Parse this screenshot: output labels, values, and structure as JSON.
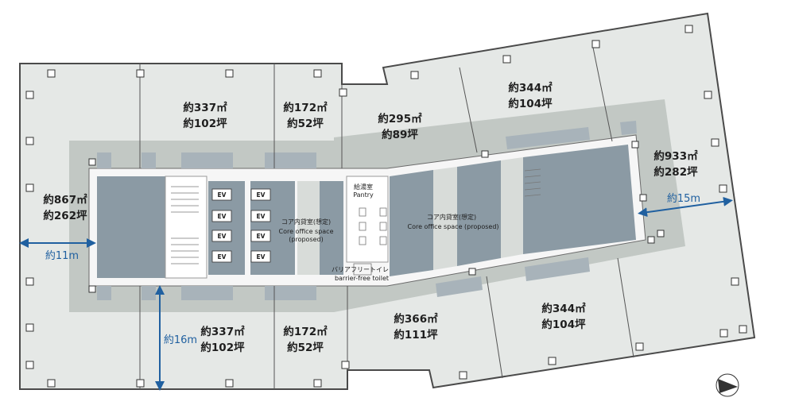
{
  "colors": {
    "floor": "#e5e8e6",
    "outline": "#4a4a4a",
    "band": "#bfc5c1",
    "core": "#8b9aa4",
    "accent": "#2060a0"
  },
  "areas": {
    "nw": {
      "sqm": "約337㎡",
      "tsubo": "約102坪"
    },
    "nmid": {
      "sqm": "約172㎡",
      "tsubo": "約52坪"
    },
    "ncenter": {
      "sqm": "約295㎡",
      "tsubo": "約89坪"
    },
    "ne": {
      "sqm": "約344㎡",
      "tsubo": "約104坪"
    },
    "west": {
      "sqm": "約867㎡",
      "tsubo": "約262坪"
    },
    "east": {
      "sqm": "約933㎡",
      "tsubo": "約282坪"
    },
    "sw": {
      "sqm": "約337㎡",
      "tsubo": "約102坪"
    },
    "smid": {
      "sqm": "約172㎡",
      "tsubo": "約52坪"
    },
    "scenter": {
      "sqm": "約366㎡",
      "tsubo": "約111坪"
    },
    "se": {
      "sqm": "約344㎡",
      "tsubo": "約104坪"
    }
  },
  "labels": {
    "pantry_jp": "給湯室",
    "pantry_en": "Pantry",
    "core_west_jp": "コア内貸室(想定)",
    "core_west_en1": "Core office space",
    "core_west_en2": "(proposed)",
    "core_east_jp": "コア内貸室(想定)",
    "core_east_en": "Core office space (proposed)",
    "toilet_jp": "バリアフリートイレ",
    "toilet_en": "barrier-free toilet",
    "ev": "EV"
  },
  "dimensions": {
    "west_depth": "約11m",
    "south_depth": "約16m",
    "east_depth": "約15m"
  },
  "icons": {
    "north": "north-arrow-icon"
  }
}
